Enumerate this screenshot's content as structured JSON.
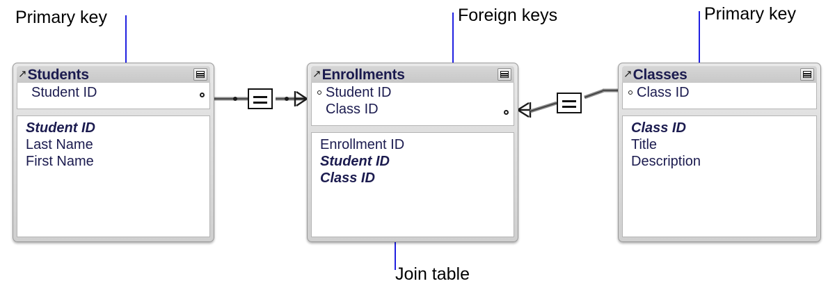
{
  "diagram": {
    "title": "Relational database join table diagram",
    "accent_line_color": "#2020e0",
    "field_text_color": "#1b1b4f"
  },
  "annotations": [
    {
      "id": "primary-key-left",
      "label": "Primary key"
    },
    {
      "id": "foreign-keys",
      "label": "Foreign keys"
    },
    {
      "id": "primary-key-right",
      "label": "Primary key"
    },
    {
      "id": "join-table",
      "label": "Join table"
    }
  ],
  "tables": [
    {
      "id": "students",
      "name": "Students",
      "header_arrow_icon": "↗",
      "menu_icon": "list-button",
      "key_fields": [
        {
          "label": "Student ID",
          "bullet": false
        }
      ],
      "fields": [
        {
          "label": "Student ID",
          "italic": true
        },
        {
          "label": "Last Name",
          "italic": false
        },
        {
          "label": "First Name",
          "italic": false
        }
      ]
    },
    {
      "id": "enrollments",
      "name": "Enrollments",
      "header_arrow_icon": "↗",
      "menu_icon": "list-button",
      "key_fields": [
        {
          "label": "Student ID",
          "bullet": true
        },
        {
          "label": "Class ID",
          "bullet": false
        }
      ],
      "fields": [
        {
          "label": "Enrollment ID",
          "italic": false
        },
        {
          "label": "Student ID",
          "italic": true
        },
        {
          "label": "Class ID",
          "italic": true
        }
      ]
    },
    {
      "id": "classes",
      "name": "Classes",
      "header_arrow_icon": "↗",
      "menu_icon": "list-button",
      "key_fields": [
        {
          "label": "Class ID",
          "bullet": true
        }
      ],
      "fields": [
        {
          "label": "Class ID",
          "italic": true
        },
        {
          "label": "Title",
          "italic": false
        },
        {
          "label": "Description",
          "italic": false
        }
      ]
    }
  ],
  "relationships": [
    {
      "id": "students-enrollments",
      "operator": "=",
      "from": "Students",
      "to": "Enrollments"
    },
    {
      "id": "enrollments-classes",
      "operator": "=",
      "from": "Enrollments",
      "to": "Classes"
    }
  ]
}
